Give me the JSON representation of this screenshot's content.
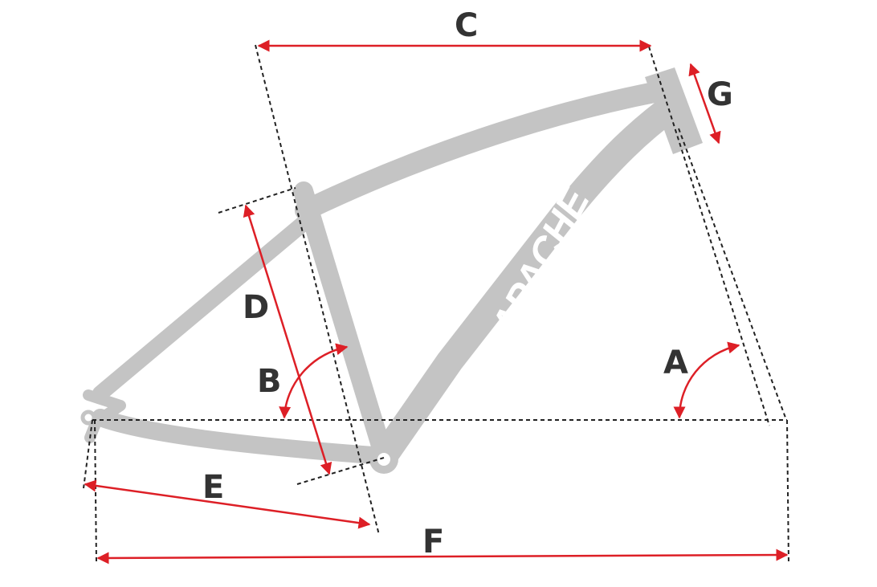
{
  "diagram": {
    "brand_text": "APACHE",
    "labels": {
      "A": "A",
      "B": "B",
      "C": "C",
      "D": "D",
      "E": "E",
      "F": "F",
      "G": "G"
    },
    "colors": {
      "frame": "#c4c4c4",
      "dimension_arrow": "#dd1f26",
      "guide_line": "#222222",
      "label": "#333333"
    }
  }
}
